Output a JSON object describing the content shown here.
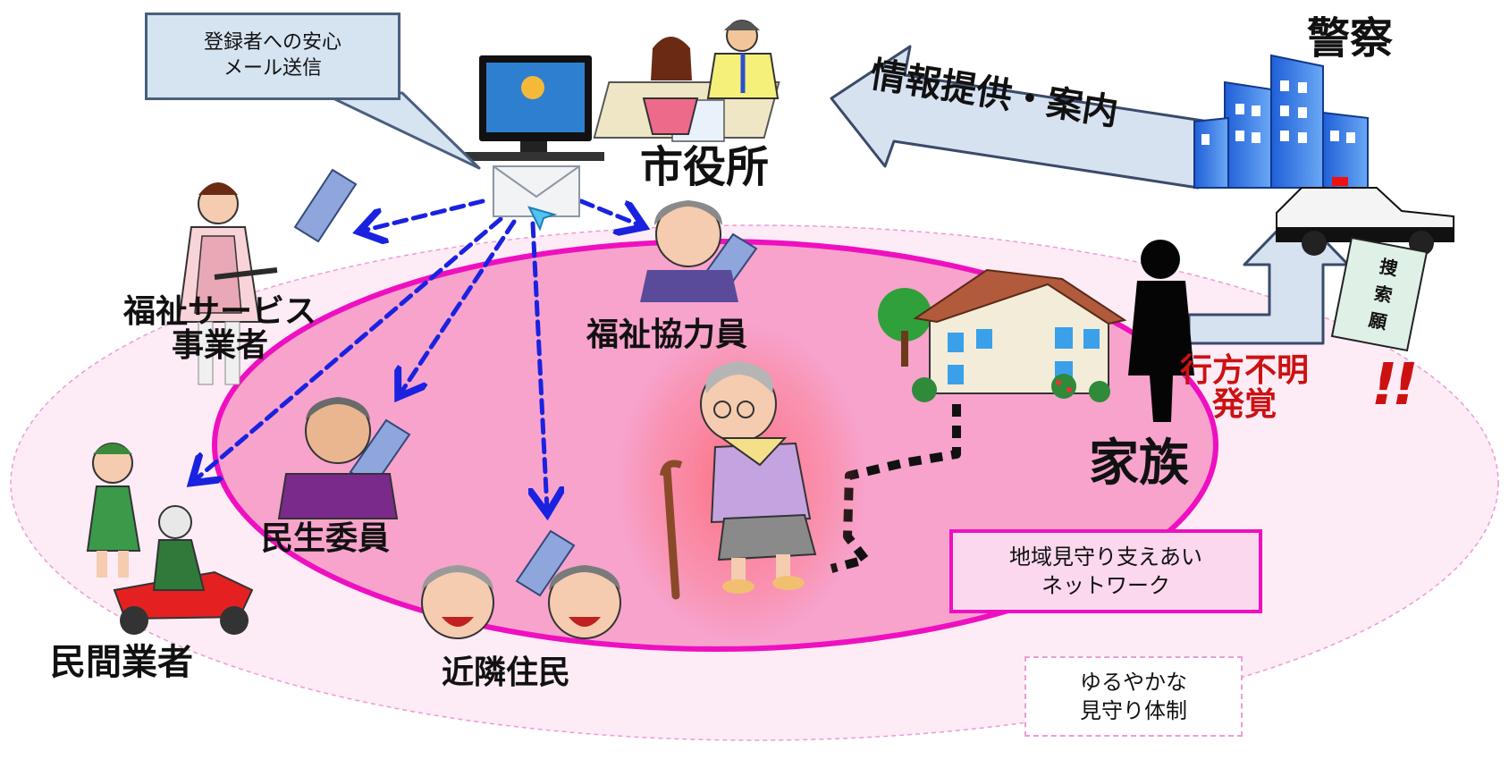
{
  "callout": {
    "line1": "登録者への安心",
    "line2": "メール送信"
  },
  "labels": {
    "city_hall": "市役所",
    "police": "警察",
    "welfare_provider_line1": "福祉サービス",
    "welfare_provider_line2": "事業者",
    "welfare_cooperator": "福祉協力員",
    "welfare_commissioner": "民生委員",
    "private_business": "民間業者",
    "neighbors": "近隣住民",
    "family": "家族"
  },
  "arrow_info": "情報提供・案内",
  "search_request": {
    "chars": [
      "捜",
      "索",
      "願"
    ]
  },
  "alert": {
    "line1": "行方不明",
    "line2": "発覚",
    "marks": "!!"
  },
  "network_box": {
    "line1": "地域見守り支えあい",
    "line2": "ネットワーク"
  },
  "loose_box": {
    "line1": "ゆるやかな",
    "line2": "見守り体制"
  },
  "colors": {
    "network_fill": "#f7a3cc",
    "network_border": "#ee10c0",
    "outer_dashed": "#ec9cd6",
    "dashed_arrow": "#1a22e0",
    "alert_text": "#cc1111",
    "callout_fill": "#d6e3f1",
    "big_arrow_fill": "#d6e2f0",
    "big_arrow_stroke": "#3a4a6a"
  }
}
